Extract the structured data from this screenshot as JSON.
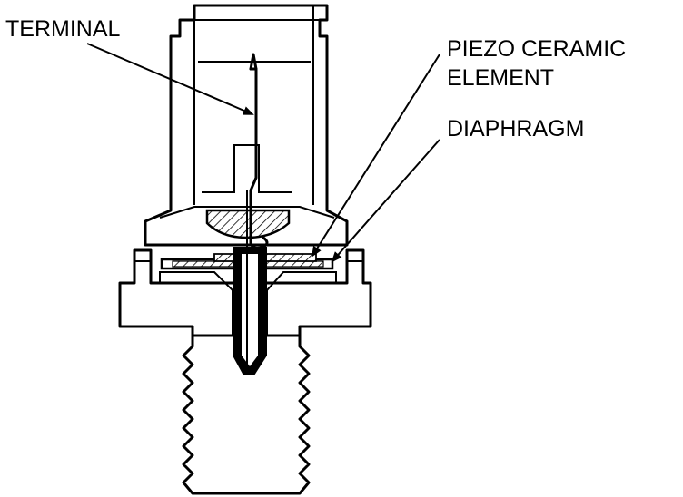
{
  "labels": {
    "terminal": "TERMINAL",
    "piezo_line1": "PIEZO CERAMIC",
    "piezo_line2": "ELEMENT",
    "diaphragm": "DIAPHRAGM"
  },
  "colors": {
    "ink": "#000000",
    "paper": "#ffffff"
  }
}
